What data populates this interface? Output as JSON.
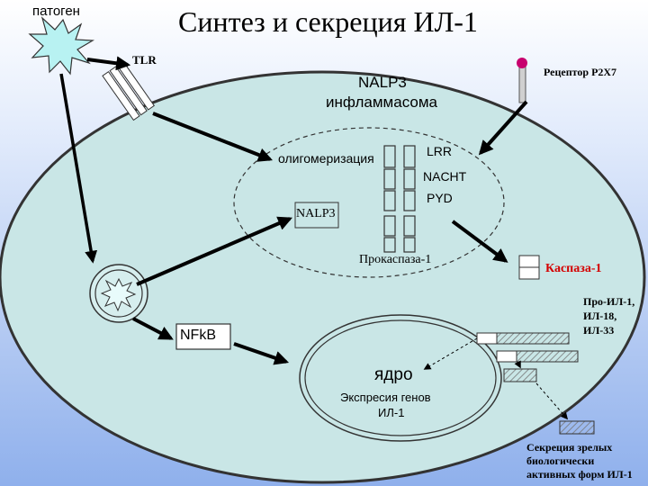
{
  "title": "Синтез и секреция ИЛ-1",
  "labels": {
    "pathogen": "патоген",
    "tlr": "TLR",
    "receptor": "Рецептор P2X7",
    "nalp3_inflammasome_line1": "NALP3",
    "nalp3_inflammasome_line2": "инфламмасома",
    "oligomerization": "олигомеризация",
    "lrr": "LRR",
    "nacht": "NACHT",
    "pyd": "PYD",
    "nalp3": "NALP3",
    "procaspase": "Прокаспаза-1",
    "caspase": "Каспаза-1",
    "pro_il_1": "Про-ИЛ-1,",
    "pro_il_2": "ИЛ-18,",
    "pro_il_3": "ИЛ-33",
    "nfkb": "NFkB",
    "nucleus": "ядро",
    "expression_1": "Экспресия генов",
    "expression_2": "ИЛ-1",
    "secretion_1": "Секреция зрелых",
    "secretion_2": "биологически",
    "secretion_3": "активных форм ИЛ-1"
  },
  "colors": {
    "cell_fill": "#c9e6e6",
    "background_top": "#ffffff",
    "background_bottom": "#8fb0ec",
    "caspase_text": "#d40000",
    "receptor_head": "#c8006e",
    "pathogen_fill": "#b8f2f2",
    "hatch": "#777777"
  }
}
